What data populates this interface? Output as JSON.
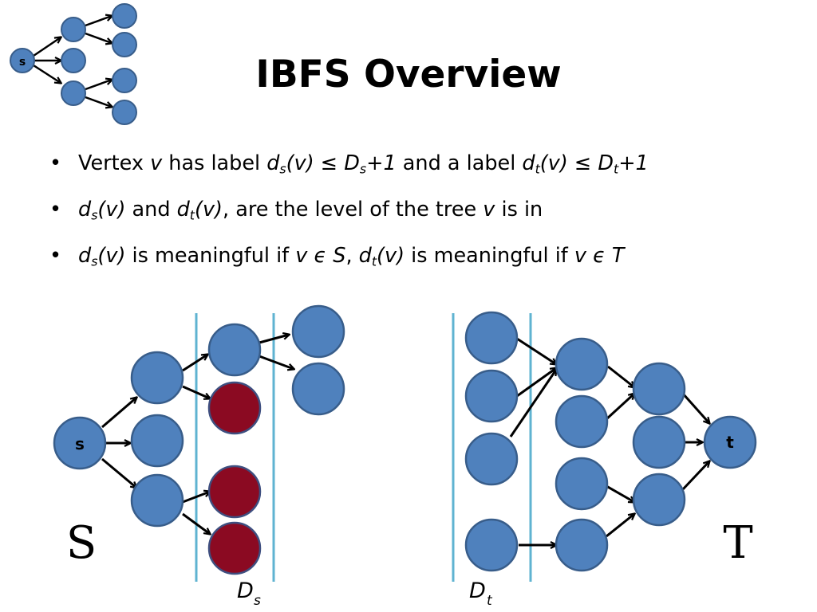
{
  "title": "IBFS Overview",
  "bullets": {
    "b1": {
      "bullet": "•",
      "t1": "Vertex ",
      "v": "v",
      "t2": " has label ",
      "d_s_d": "d",
      "d_s_sub": "s",
      "d_s_arg": "(v) ≤ D",
      "D_s_sub": "s",
      "plus1a": "+1",
      "t3": " and a label ",
      "d_t_d": "d",
      "d_t_sub": "t",
      "d_t_arg": "(v) ≤ D",
      "D_t_sub": "t",
      "plus1b": "+1"
    },
    "b2": {
      "bullet": "•",
      "d_s_d": "d",
      "d_s_sub": "s",
      "d_s_arg": "(v)",
      "and": " and ",
      "d_t_d": "d",
      "d_t_sub": "t",
      "d_t_arg": "(v)",
      "rest1": ", are the level of the tree ",
      "v": "v",
      "rest2": " is in"
    },
    "b3": {
      "bullet": "•",
      "d_s_d": "d",
      "d_s_sub": "s",
      "d_s_arg": "(v)",
      "mid1": " is meaningful if ",
      "cond1": "v ϵ S",
      "comma": ", ",
      "d_t_d": "d",
      "d_t_sub": "t",
      "d_t_arg": "(v)",
      "mid2": " is meaningful if ",
      "cond2": "v ϵ T"
    }
  },
  "icon": {
    "source_label": "s"
  },
  "diagram": {
    "source_label": "s",
    "sink_label": "t",
    "set_S": "S",
    "set_T": "T",
    "Ds_main": "D",
    "Ds_sub": "s",
    "Dt_main": "D",
    "Dt_sub": "t"
  },
  "colors": {
    "node_fill": "#4f81bd",
    "node_stroke": "#385d8a",
    "red_fill": "#8b0a22",
    "red_stroke": "#3e4f80",
    "level_line": "#5fb3d1",
    "arrow": "#000000"
  }
}
